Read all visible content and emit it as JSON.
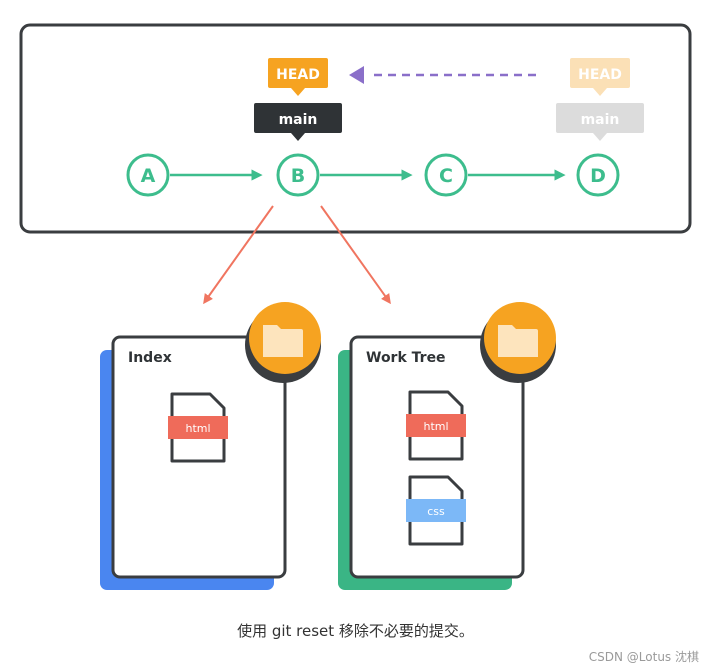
{
  "colors": {
    "frame": "#3a3d40",
    "commit": "#3dbd8d",
    "head": "#f6a321",
    "head_faded": "#fbe0b6",
    "main_label": "#2f3336",
    "main_faded": "#dcdcdc",
    "move_arrow": "#8a6fc9",
    "split_arrow": "#f07560",
    "index_shadow": "#4a86f0",
    "worktree_shadow": "#3ab585",
    "folder_badge": "#f6a321",
    "html_tag": "#ef6b5a",
    "css_tag": "#7cb8f7"
  },
  "commits": [
    "A",
    "B",
    "C",
    "D"
  ],
  "refs": {
    "head": "HEAD",
    "main": "main",
    "head_old": "HEAD",
    "main_old": "main"
  },
  "index_panel": {
    "title": "Index",
    "files": [
      "html"
    ]
  },
  "worktree_panel": {
    "title": "Work Tree",
    "files": [
      "html",
      "css"
    ]
  },
  "icons": {
    "folder": "folder-icon",
    "file": "file-icon"
  },
  "caption": "使用 git reset 移除不必要的提交。",
  "watermark": "CSDN @Lotus 沈棋"
}
